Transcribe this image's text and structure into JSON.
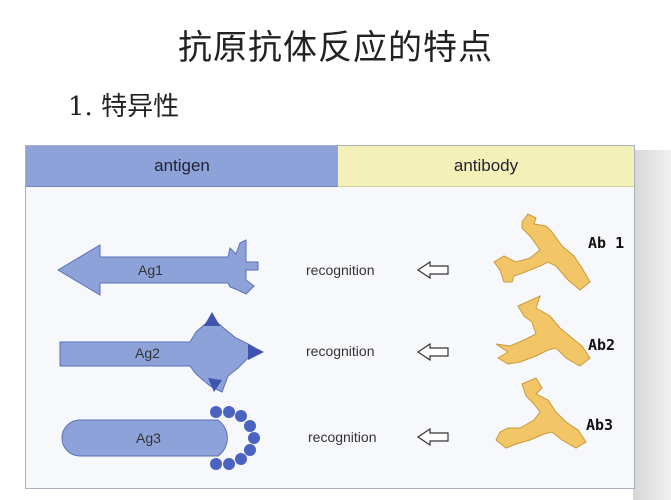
{
  "title": "抗原抗体反应的特点",
  "subtitle": "1. 特异性",
  "header": {
    "antigen": "antigen",
    "antibody": "antibody"
  },
  "rows": [
    {
      "antigen_label": "Ag1",
      "recognition": "recognition",
      "antibody_label": "Ab 1"
    },
    {
      "antigen_label": "Ag2",
      "recognition": "recognition",
      "antibody_label": "Ab2"
    },
    {
      "antigen_label": "Ag3",
      "recognition": "recognition",
      "antibody_label": "Ab3"
    }
  ],
  "colors": {
    "antigen": "#8ea2da",
    "antigen_stroke": "#5a6fb8",
    "antibody": "#f2c566",
    "antibody_stroke": "#c99a3a",
    "epitope": "#3d55b0"
  }
}
